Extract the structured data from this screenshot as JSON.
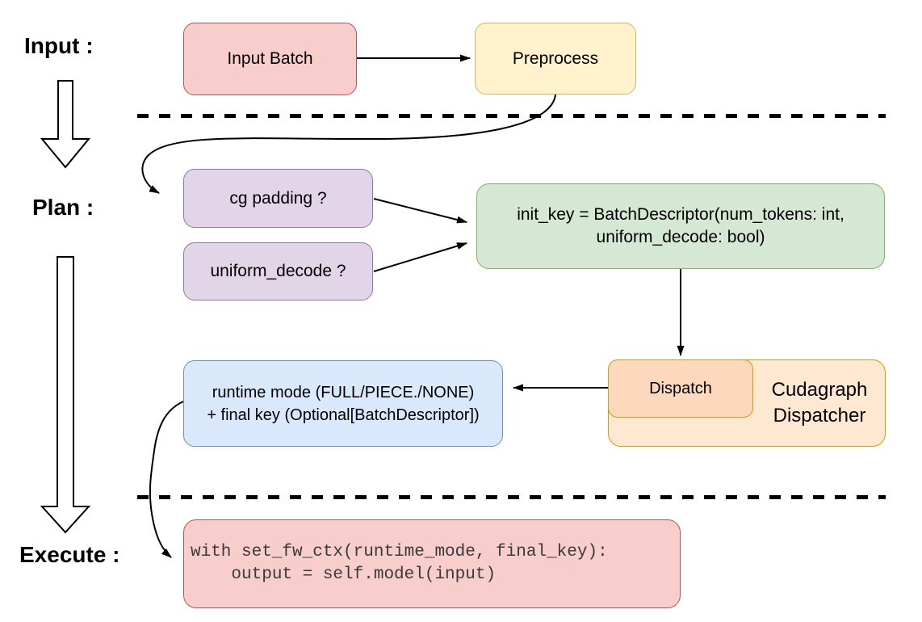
{
  "section_labels": {
    "input": "Input :",
    "plan": "Plan :",
    "execute": "Execute :"
  },
  "nodes": {
    "input_batch": {
      "label": "Input Batch",
      "fill": "#f8cecc",
      "stroke": "#b85450"
    },
    "preprocess": {
      "label": "Preprocess",
      "fill": "#fff2cc",
      "stroke": "#d6b656"
    },
    "cg_padding": {
      "label": "cg padding ?",
      "fill": "#e1d5e7",
      "stroke": "#9673a6"
    },
    "uniform_decode": {
      "label": "uniform_decode ?",
      "fill": "#e1d5e7",
      "stroke": "#9673a6"
    },
    "init_key": {
      "line1": "init_key = BatchDescriptor(num_tokens: int,",
      "line2": "uniform_decode: bool)",
      "fill": "#d5e8d4",
      "stroke": "#82b366"
    },
    "runtime_mode": {
      "line1": "runtime mode (FULL/PIECE./NONE)",
      "line2": "+ final key (Optional[BatchDescriptor])",
      "fill": "#dae8fc",
      "stroke": "#6c8ebf"
    },
    "dispatch": {
      "label": "Dispatch",
      "fill": "#fcd9bd",
      "stroke": "#d79b00"
    },
    "cudagraph_dispatcher": {
      "line1": "Cudagraph",
      "line2": "Dispatcher",
      "fill": "#ffe8d2",
      "stroke": "#d79b00"
    },
    "execute_code": {
      "line1": "with set_fw_ctx(runtime_mode, final_key):",
      "line2": "    output = self.model(input)",
      "fill": "#f8cecc",
      "stroke": "#b85450",
      "text_color": "#3a3a3a"
    }
  },
  "connector_color": "#000000"
}
